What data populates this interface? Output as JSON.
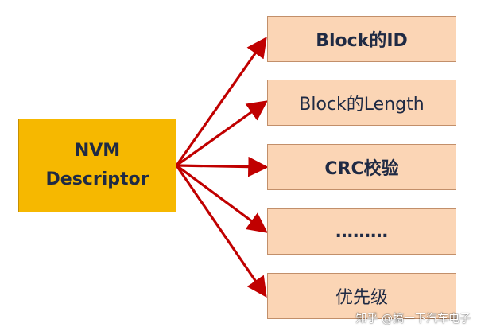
{
  "source": {
    "line1": "NVM",
    "line2": "Descriptor"
  },
  "targets": [
    {
      "label": "Block的ID"
    },
    {
      "label": "Block的Length"
    },
    {
      "label": "CRC校验"
    },
    {
      "label": "………"
    },
    {
      "label": "优先级"
    }
  ],
  "watermark": "知乎 @搞一下汽车电子",
  "colors": {
    "source_fill": "#f6b800",
    "target_fill": "#fbd5b5",
    "arrow": "#c00000",
    "text": "#1f2a44"
  }
}
